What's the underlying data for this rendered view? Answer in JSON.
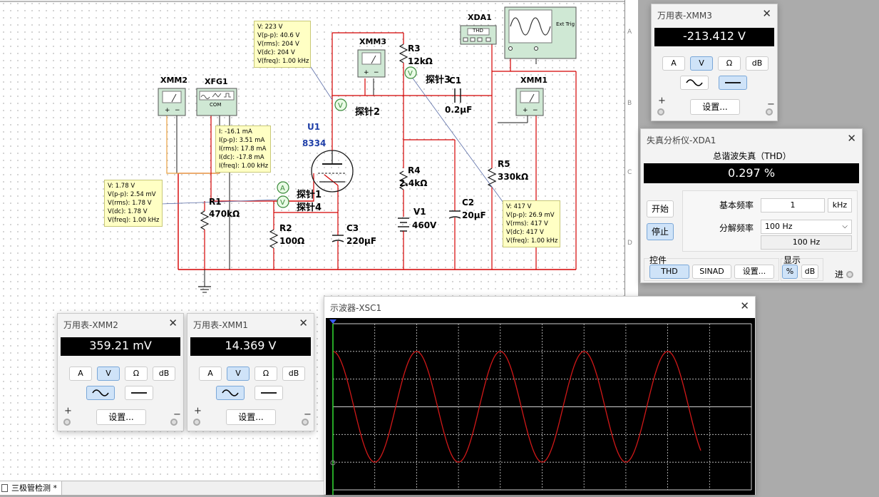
{
  "schematic": {
    "components": {
      "xmm2": "XMM2",
      "xfg1": "XFG1",
      "xmm3": "XMM3",
      "xda1": "XDA1",
      "xda1_badge": "THD",
      "xmm1": "XMM1",
      "xsc1": "XSC1",
      "xsc1_ext": "Ext Trig",
      "xfg_com": "COM",
      "u1": "U1",
      "u1_value": "8334",
      "r1": "R1",
      "r1_value": "470kΩ",
      "r2": "R2",
      "r2_value": "100Ω",
      "r3": "R3",
      "r3_value": "12kΩ",
      "r4": "R4",
      "r4_value": "2.4kΩ",
      "r5": "R5",
      "r5_value": "330kΩ",
      "c1": "C1",
      "c1_value": "0.2µF",
      "c2": "C2",
      "c2_value": "20µF",
      "c3": "C3",
      "c3_value": "220µF",
      "v1": "V1",
      "v1_value": "460V"
    },
    "probes": {
      "probe1": "探针1",
      "probe2": "探针2",
      "probe3": "探针3",
      "probe4": "探针4"
    },
    "readouts": {
      "probe2": [
        "V: 223 V",
        "V(p-p): 40.6 V",
        "V(rms): 204 V",
        "V(dc): 204 V",
        "V(freq): 1.00 kHz"
      ],
      "probe_current": [
        "I: -16.1 mA",
        "I(p-p): 3.51 mA",
        "I(rms): 17.8 mA",
        "I(dc): -17.8 mA",
        "I(freq): 1.00 kHz"
      ],
      "probe4": [
        "V: 1.78 V",
        "V(p-p): 2.54 mV",
        "V(rms): 1.78 V",
        "V(dc): 1.78 V",
        "V(freq): 1.00 kHz"
      ],
      "probe3": [
        "V: 417 V",
        "V(p-p): 26.9 mV",
        "V(rms): 417 V",
        "V(dc): 417 V",
        "V(freq): 1.00 kHz"
      ]
    },
    "ruler": [
      "A",
      "B",
      "C",
      "D"
    ]
  },
  "mm_xmm3": {
    "title": "万用表-XMM3",
    "reading": "-213.412 V",
    "buttons": {
      "a": "A",
      "v": "V",
      "ohm": "Ω",
      "db": "dB"
    },
    "selected_mode": "V",
    "selected_coupling": "dc",
    "settings": "设置...",
    "plus": "+",
    "minus": "−"
  },
  "mm_xmm2": {
    "title": "万用表-XMM2",
    "reading": "359.21 mV",
    "buttons": {
      "a": "A",
      "v": "V",
      "ohm": "Ω",
      "db": "dB"
    },
    "selected_mode": "V",
    "selected_coupling": "ac",
    "settings": "设置...",
    "plus": "+",
    "minus": "−"
  },
  "mm_xmm1": {
    "title": "万用表-XMM1",
    "reading": "14.369 V",
    "buttons": {
      "a": "A",
      "v": "V",
      "ohm": "Ω",
      "db": "dB"
    },
    "selected_mode": "V",
    "selected_coupling": "ac",
    "settings": "设置...",
    "plus": "+",
    "minus": "−"
  },
  "distortion": {
    "title": "失真分析仪-XDA1",
    "thd_label": "总谐波失真（THD）",
    "value": "0.297 %",
    "start": "开始",
    "stop": "停止",
    "base_freq_label": "基本频率",
    "base_freq_value": "1",
    "base_freq_unit": "kHz",
    "res_freq_label": "分解频率",
    "res_freq_select": "100 Hz",
    "res_freq_readout": "100 Hz",
    "controls_label": "控件",
    "thd_btn": "THD",
    "sinad_btn": "SINAD",
    "settings_btn": "设置...",
    "display_label": "显示",
    "pct_btn": "%",
    "db_btn": "dB",
    "in_label": "进"
  },
  "scope": {
    "title": "示波器-XSC1",
    "trace_color": "#d01818",
    "cycles": 4.4,
    "amplitude_divisions": 2
  },
  "statusbar": {
    "tab_label": "三极管检测 *"
  },
  "colors": {
    "wire": "#d40000",
    "wire_orange": "#e8a040",
    "wire_dark": "#1a1a1a",
    "component_text": "#1f3fa8",
    "instrument_green": "#cfe8d4",
    "accent_blue": "#cfe3f8"
  }
}
